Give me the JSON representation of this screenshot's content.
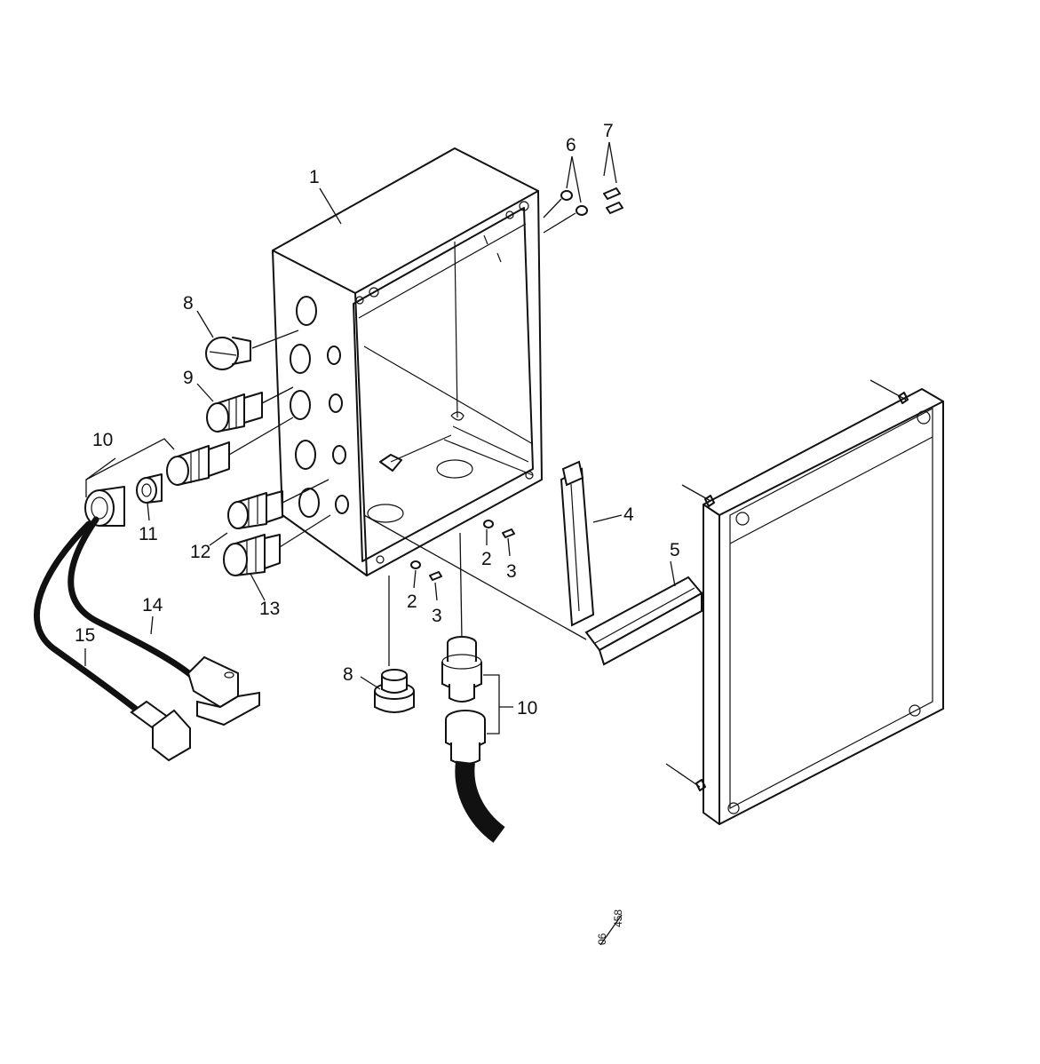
{
  "callouts": {
    "c1": "1",
    "c2a": "2",
    "c2b": "2",
    "c3a": "3",
    "c3b": "3",
    "c4": "4",
    "c5": "5",
    "c6": "6",
    "c7": "7",
    "c8a": "8",
    "c8b": "8",
    "c9": "9",
    "c10a": "10",
    "c10b": "10",
    "c11": "11",
    "c12": "12",
    "c13": "13",
    "c14": "14",
    "c15": "15"
  },
  "drawing_code": {
    "top": "06",
    "bottom": "458"
  }
}
